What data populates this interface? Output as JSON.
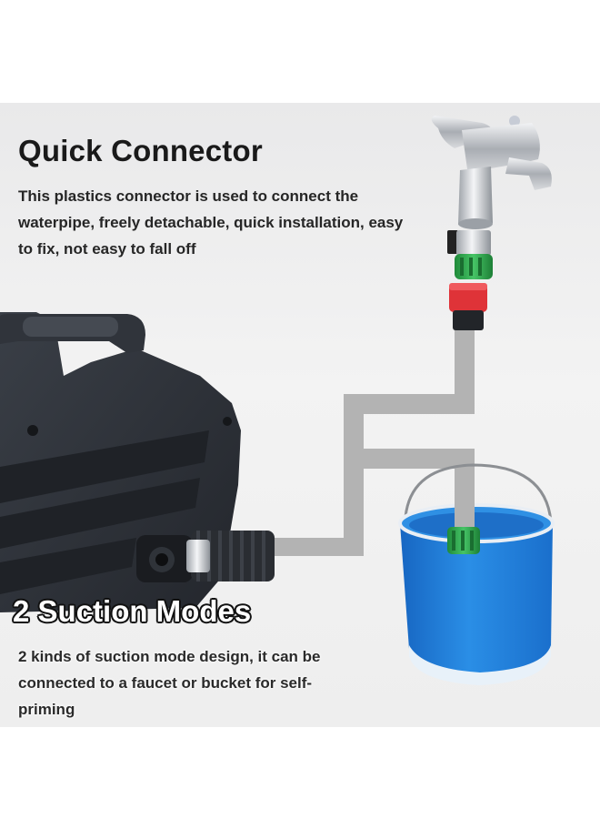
{
  "heading_quick": "Quick Connector",
  "desc_quick": "This plastics connector is used to connect the waterpipe, freely detachable, quick installation, easy to fix, not easy to fall off",
  "heading_modes": "2 Suction Modes",
  "desc_modes": "2 kinds of suction mode design, it can be connected to a faucet or bucket for self-priming",
  "colors": {
    "background": "#eeeeee",
    "washer_body": "#2b2f36",
    "hose": "#b5b5b5",
    "bucket": "#1f7fd6",
    "connector_green": "#2fa84f",
    "connector_red": "#e0353a"
  },
  "icons": [
    "pressure-washer-icon",
    "faucet-icon",
    "quick-connector-icon",
    "bucket-icon",
    "hose-icon"
  ]
}
